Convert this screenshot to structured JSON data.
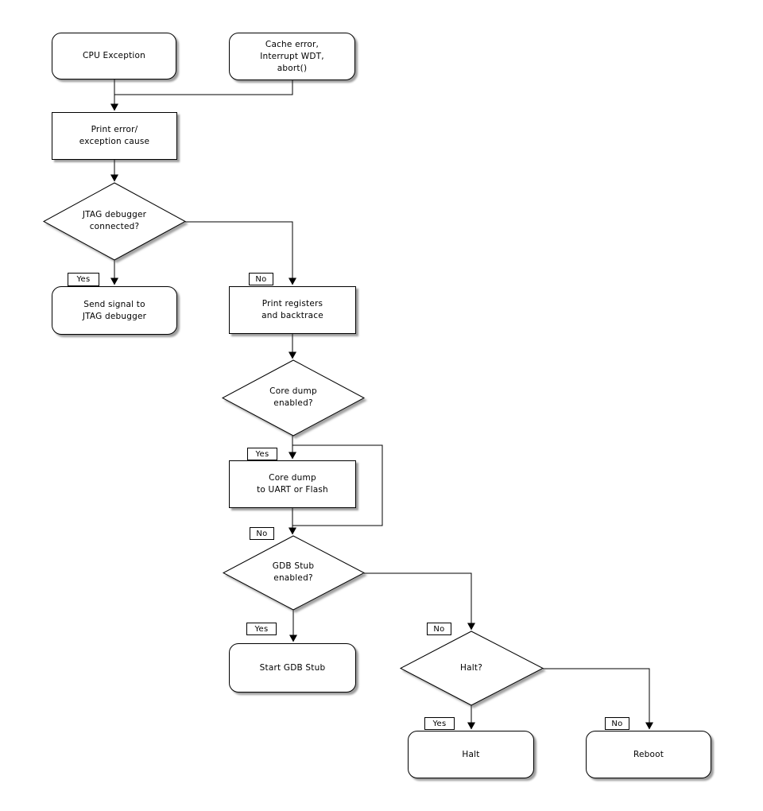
{
  "nodes": {
    "cpu_exception": "CPU Exception",
    "cache_error": "Cache error,\nInterrupt WDT,\nabort()",
    "print_error": "Print error/\nexception cause",
    "jtag_connected": "JTAG debugger\nconnected?",
    "send_signal": "Send signal to\nJTAG debugger",
    "print_registers": "Print registers\nand backtrace",
    "core_dump_enabled": "Core dump\nenabled?",
    "core_dump": "Core dump\nto UART or Flash",
    "gdb_stub_enabled": "GDB Stub\nenabled?",
    "start_gdb_stub": "Start GDB Stub",
    "halt_decision": "Halt?",
    "halt": "Halt",
    "reboot": "Reboot"
  },
  "branch_labels": {
    "jtag_yes": "Yes",
    "jtag_no": "No",
    "core_dump_yes": "Yes",
    "core_dump_no": "No",
    "gdb_stub_yes": "Yes",
    "gdb_stub_no": "No",
    "halt_yes": "Yes",
    "halt_no": "No"
  },
  "colors": {
    "background": "#ffffff",
    "node_fill": "#ffffff",
    "line": "#000000",
    "text": "#000000",
    "shadow": "#666666"
  }
}
